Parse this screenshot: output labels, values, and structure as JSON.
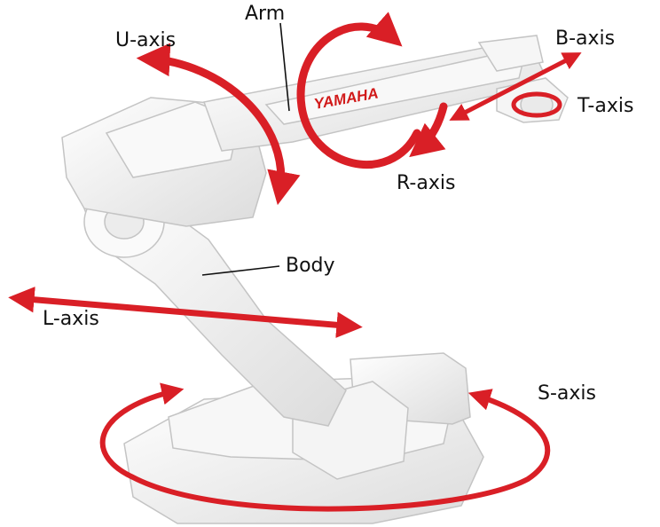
{
  "labels": {
    "arm": "Arm",
    "u_axis": "U-axis",
    "b_axis": "B-axis",
    "t_axis": "T-axis",
    "r_axis": "R-axis",
    "body": "Body",
    "l_axis": "L-axis",
    "s_axis": "S-axis"
  },
  "brand": "YAMAHA",
  "colors": {
    "arrow": "#d91f26",
    "robot_body": "#f2f2f2",
    "robot_edge": "#c9c9c9",
    "text": "#111111"
  }
}
